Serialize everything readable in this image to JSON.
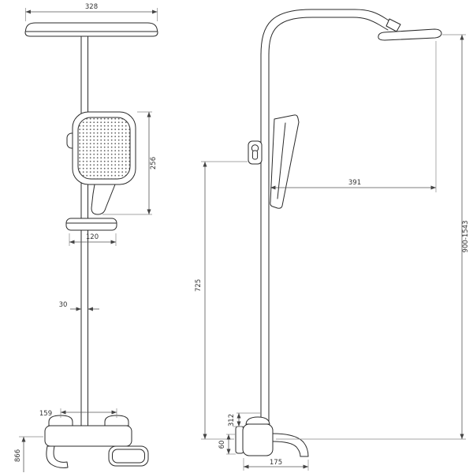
{
  "drawing": {
    "front_view": {
      "dim_head_width": "328",
      "dim_hand_shower_height": "256",
      "dim_shelf_width": "120",
      "dim_pipe_diameter": "30",
      "dim_handle_spacing": "159",
      "dim_spout_height": "866"
    },
    "side_view": {
      "dim_head_reach": "391",
      "dim_total_height": "900-1543",
      "dim_holder_to_valve": "725",
      "dim_valve_upper": "312",
      "dim_valve_lower": "60",
      "dim_spout_reach": "175"
    }
  }
}
